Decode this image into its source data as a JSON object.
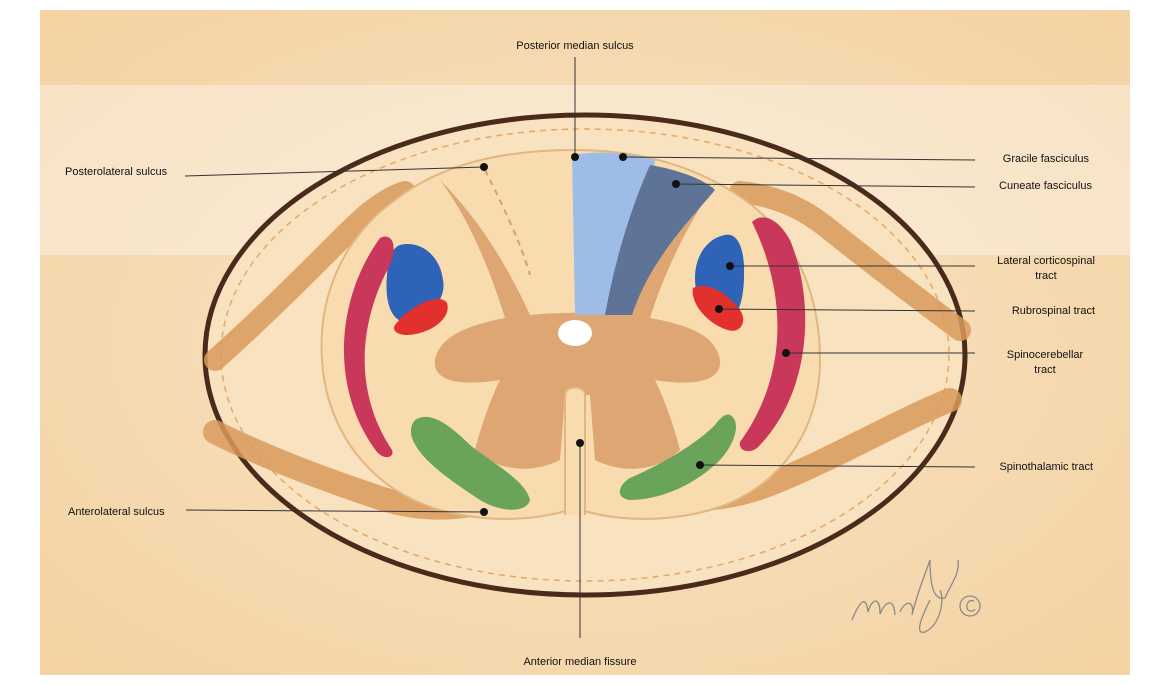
{
  "colors": {
    "background": "#f7dcb3",
    "outer_membrane": "#4a2a1a",
    "tissue": "#f8dcaf",
    "grey_matter": "#d9a06b",
    "nerve_roots": "#d99a5c",
    "gracile": "#9dbde6",
    "cuneate": "#5f7396",
    "corticospinal": "#2f63b8",
    "rubrospinal": "#e2302d",
    "spinocerebellar": "#c9385a",
    "spinothalamic": "#6aa35a",
    "leader": "#333333"
  },
  "labels": {
    "posterior_median_sulcus": "Posterior median sulcus",
    "posterolateral_sulcus": "Posterolateral sulcus",
    "gracile_fasciculus": "Gracile fasciculus",
    "cuneate_fasciculus": "Cuneate fasciculus",
    "lateral_corticospinal_1": "Lateral corticospinal",
    "lateral_corticospinal_2": "tract",
    "rubrospinal_tract": "Rubrospinal tract",
    "spinocerebellar_1": "Spinocerebellar",
    "spinocerebellar_2": "tract",
    "spinothalamic_tract": "Spinothalamic tract",
    "anterolateral_sulcus": "Anterolateral sulcus",
    "anterior_median_fissure": "Anterior median fissure"
  },
  "signature": {
    "text": "mikolgyi ©"
  }
}
